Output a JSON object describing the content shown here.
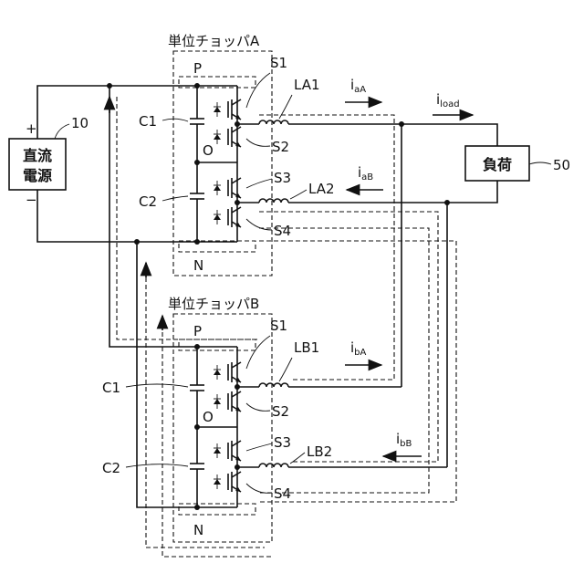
{
  "source": {
    "id": "10",
    "name_line1": "直流",
    "name_line2": "電源",
    "plus": "+",
    "minus": "−"
  },
  "load": {
    "id": "50",
    "name": "負荷"
  },
  "chopper_a": {
    "title": "単位チョッパA",
    "p": "P",
    "o": "O",
    "n": "N",
    "c1": "C1",
    "c2": "C2",
    "s1": "S1",
    "s2": "S2",
    "s3": "S3",
    "s4": "S4",
    "l1": "LA1",
    "l2": "LA2"
  },
  "chopper_b": {
    "title": "単位チョッパB",
    "p": "P",
    "o": "O",
    "n": "N",
    "c1": "C1",
    "c2": "C2",
    "s1": "S1",
    "s2": "S2",
    "s3": "S3",
    "s4": "S4",
    "l1": "LB1",
    "l2": "LB2"
  },
  "currents": {
    "iaA": {
      "base": "i",
      "sub": "aA"
    },
    "iaB": {
      "base": "i",
      "sub": "aB"
    },
    "ibA": {
      "base": "i",
      "sub": "bA"
    },
    "ibB": {
      "base": "i",
      "sub": "bB"
    },
    "iload": {
      "base": "i",
      "sub": "load"
    }
  }
}
